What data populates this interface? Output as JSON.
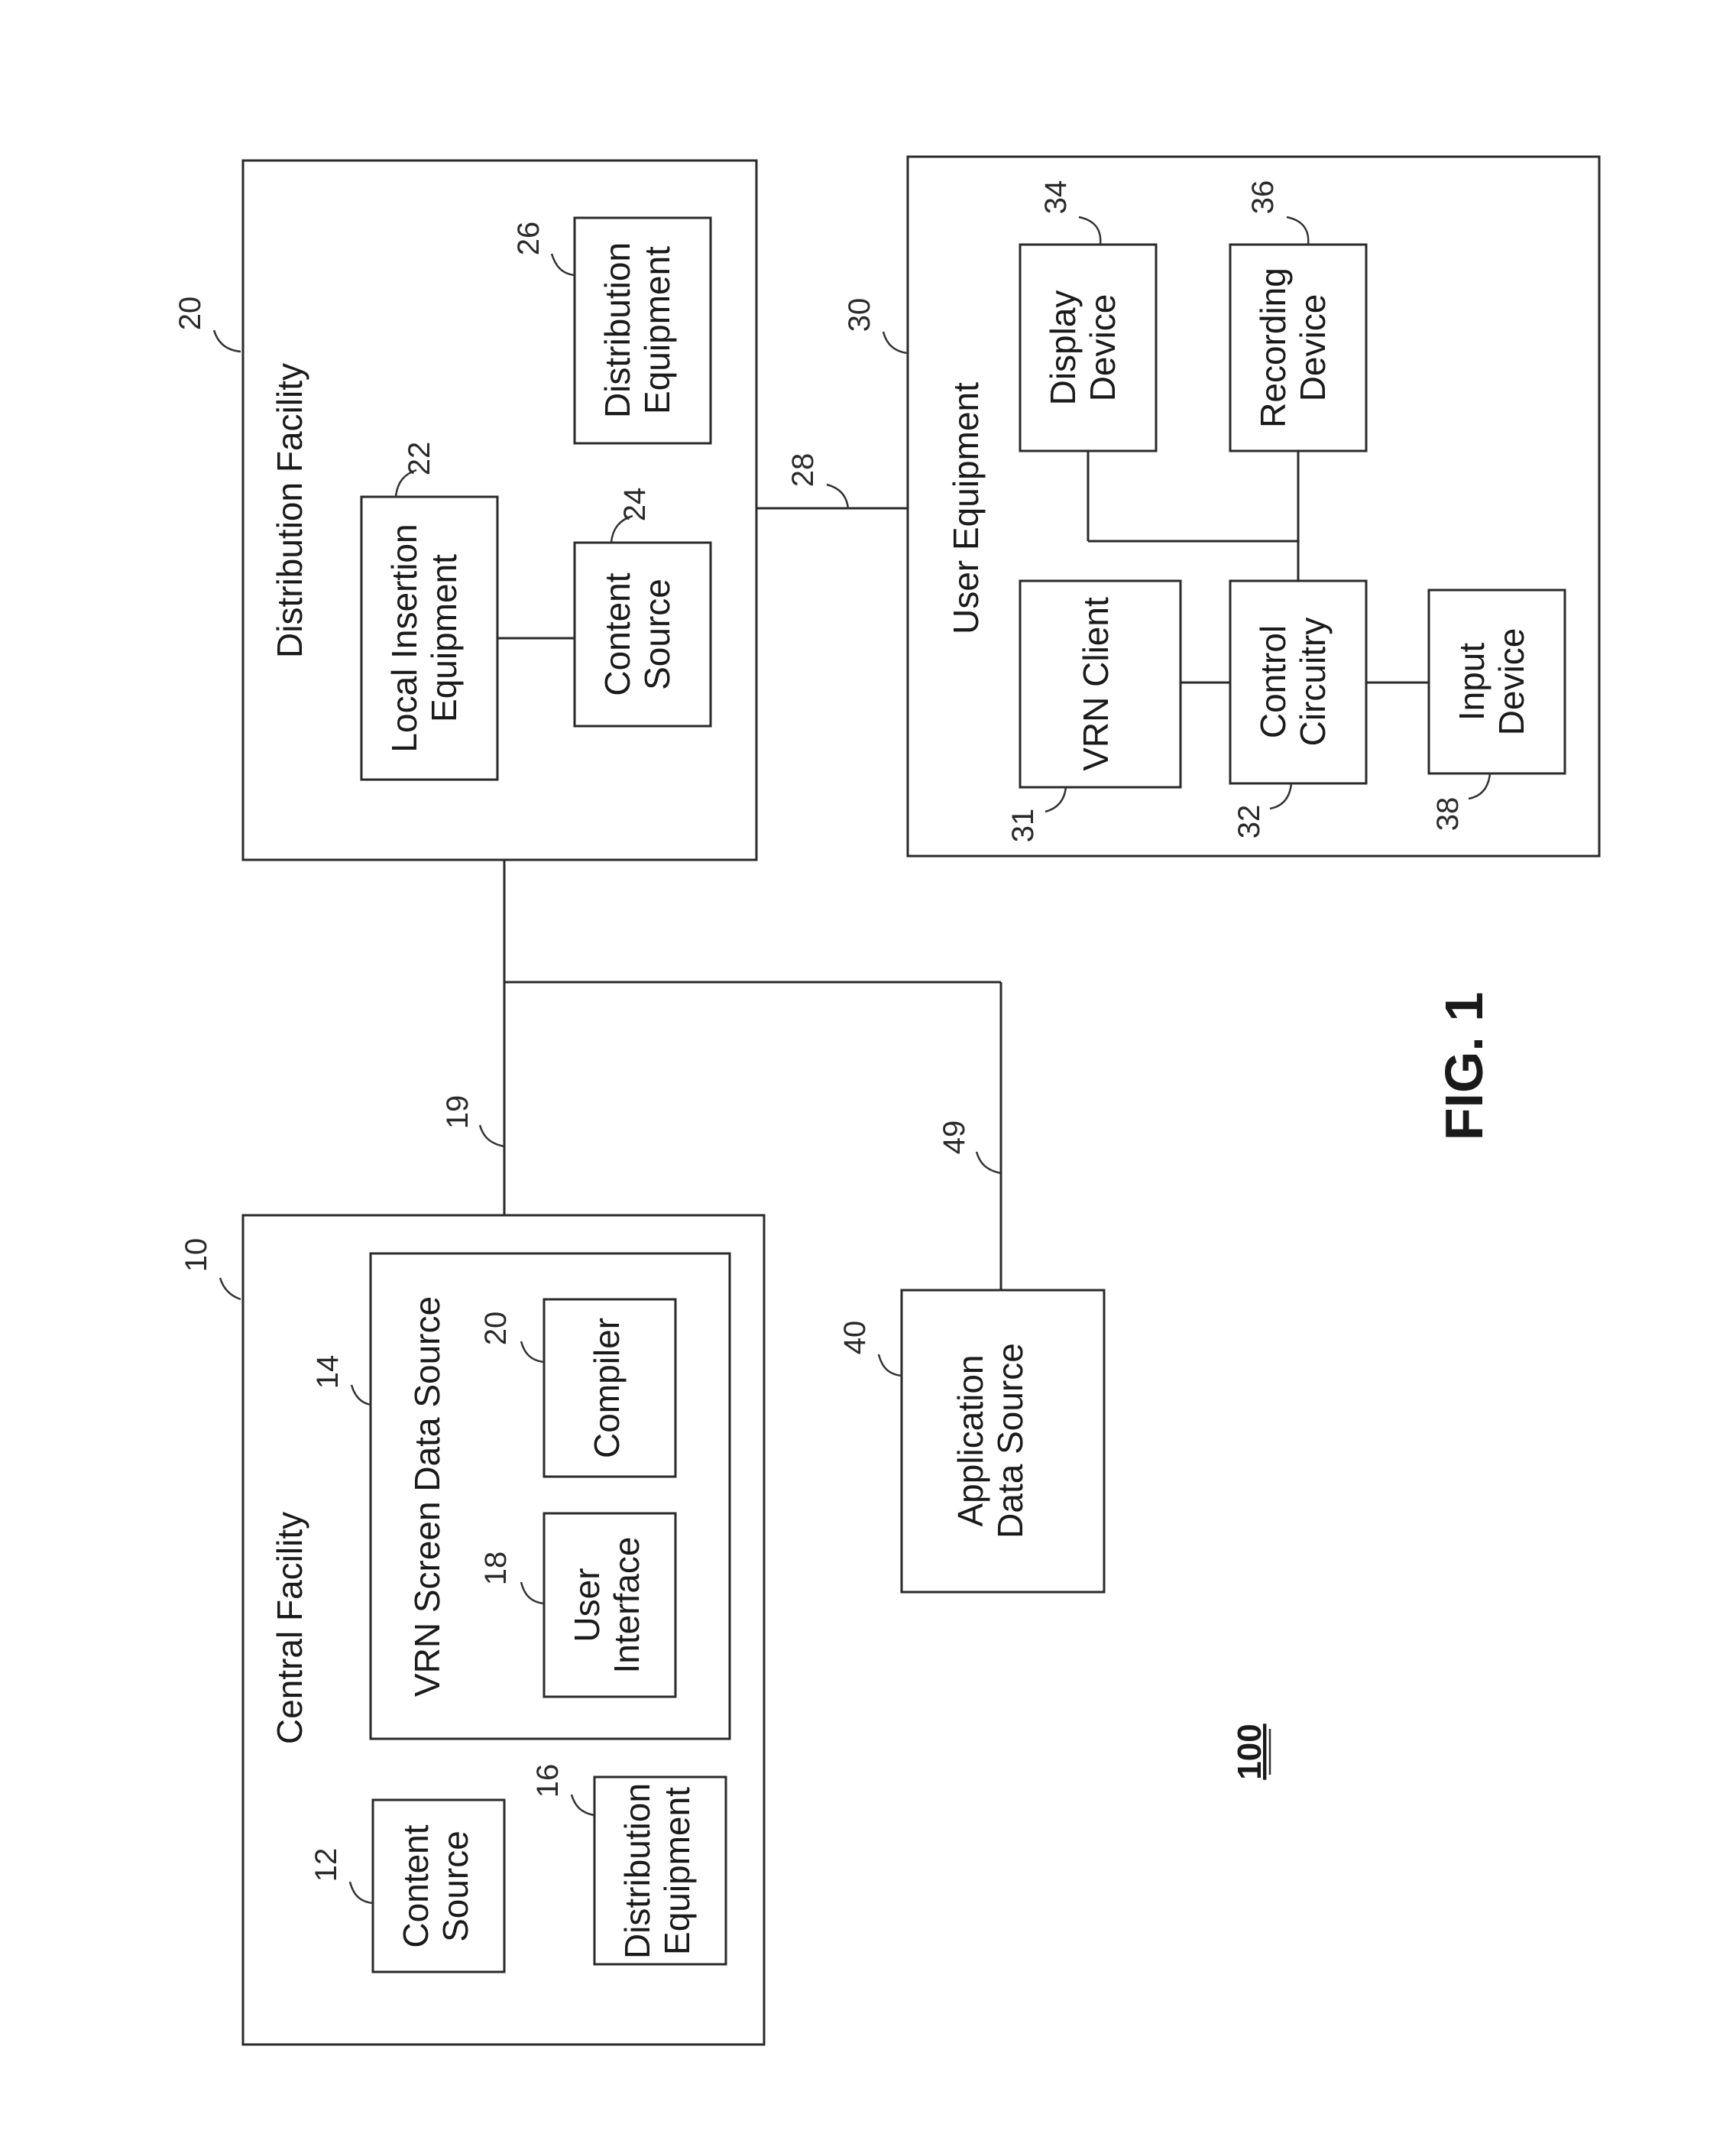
{
  "figure": {
    "label": "FIG. 1",
    "system_number": "100"
  },
  "central_facility": {
    "ref": "10",
    "title": "Central Facility",
    "content_source": {
      "ref": "12",
      "line1": "Content",
      "line2": "Source"
    },
    "distribution_equipment": {
      "ref": "16",
      "line1": "Distribution",
      "line2": "Equipment"
    },
    "vrn_screen_data_source": {
      "ref": "14",
      "title": "VRN Screen Data Source",
      "user_interface": {
        "ref": "18",
        "line1": "User",
        "line2": "Interface"
      },
      "compiler": {
        "ref": "20",
        "label": "Compiler"
      }
    }
  },
  "links": {
    "central_to_distribution": "19",
    "distribution_to_user": "28",
    "application_link": "49"
  },
  "application_data_source": {
    "ref": "40",
    "line1": "Application",
    "line2": "Data Source"
  },
  "distribution_facility": {
    "ref": "20",
    "title": "Distribution Facility",
    "local_insertion_equipment": {
      "ref": "22",
      "line1": "Local Insertion",
      "line2": "Equipment"
    },
    "content_source": {
      "ref": "24",
      "line1": "Content",
      "line2": "Source"
    },
    "distribution_equipment": {
      "ref": "26",
      "line1": "Distribution",
      "line2": "Equipment"
    }
  },
  "user_equipment": {
    "ref": "30",
    "title": "User Equipment",
    "vrn_client": {
      "ref": "31",
      "label": "VRN Client"
    },
    "control_circuitry": {
      "ref": "32",
      "line1": "Control",
      "line2": "Circuitry"
    },
    "display_device": {
      "ref": "34",
      "line1": "Display",
      "line2": "Device"
    },
    "recording_device": {
      "ref": "36",
      "line1": "Recording",
      "line2": "Device"
    },
    "input_device": {
      "ref": "38",
      "line1": "Input",
      "line2": "Device"
    }
  }
}
